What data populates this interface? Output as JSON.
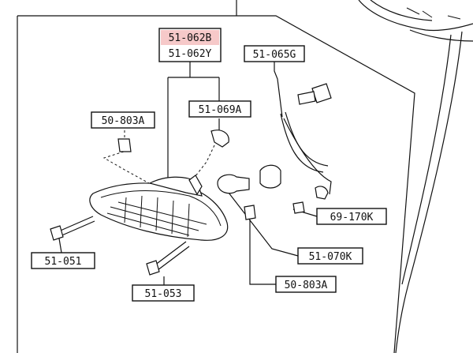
{
  "labels": {
    "p51_062b": "51-062B",
    "p51_062y": "51-062Y",
    "p51_065g": "51-065G",
    "p50_803a_top": "50-803A",
    "p51_069a": "51-069A",
    "p69_170k": "69-170K",
    "p51_051": "51-051",
    "p51_070k": "51-070K",
    "p51_053": "51-053",
    "p50_803a_bottom": "50-803A"
  },
  "colors": {
    "line": "#111111",
    "highlight": "#f6c9c9",
    "background": "#ffffff"
  }
}
